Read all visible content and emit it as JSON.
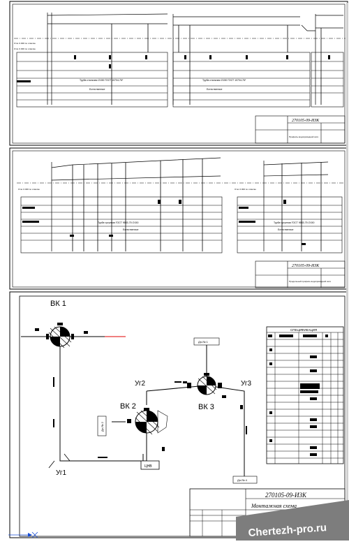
{
  "sheet1": {
    "stamp_code": "270105-09-ИЗК",
    "stamp_title": "Профиль водопроводной сети",
    "pipe_label_a": "Труба стальная ∅150 ГОСТ 10704-76*",
    "pipe_label_b": "Труба стальная ∅150 ГОСТ 10704-76*",
    "ground_level_a": "Отм. 0.000 по отметке",
    "ground_level_b": "Отм. 0.000 по отметке",
    "base_label_a": "Естественное",
    "base_label_b": "Естественное"
  },
  "sheet2": {
    "stamp_code": "270105-09-ИЗК",
    "stamp_title": "Продольный профиль водопроводной сети",
    "pipe_label_a": "Труба чугунная ГОСТ 9583-75 ∅150",
    "pipe_label_b": "Труба чугунная ГОСТ 9583-75 ∅150",
    "base_label_a": "Естественное",
    "base_label_b": "Естественное",
    "ground_level_a": "Отм. 0.000 по отметке",
    "ground_level_b": "Отм. 0.000 по отметке"
  },
  "sheet3": {
    "nodes": {
      "vk1": "ВК 1",
      "vk2": "ВК 2",
      "vk3": "ВК 3",
      "ug1": "Уг1",
      "ug2": "Уг2",
      "ug3": "Уг3"
    },
    "pump": "ЦНВ",
    "to_labels": {
      "dn_top": "Дн-№ 1",
      "dn_left": "Дн-№ 2",
      "dn_bottom": "Дн-№ 4"
    },
    "spec_title": "СПЕЦИФИКАЦИЯ",
    "stamp_code": "270105-09-ИЗК",
    "stamp_title": "Монтажная схема"
  },
  "watermark": "Chertezh-pro.ru",
  "colors": {
    "ink": "#000000",
    "red_line": "#e00000",
    "axis_blue": "#1a4fd6",
    "watermark_bg": "#7d7d7d"
  }
}
